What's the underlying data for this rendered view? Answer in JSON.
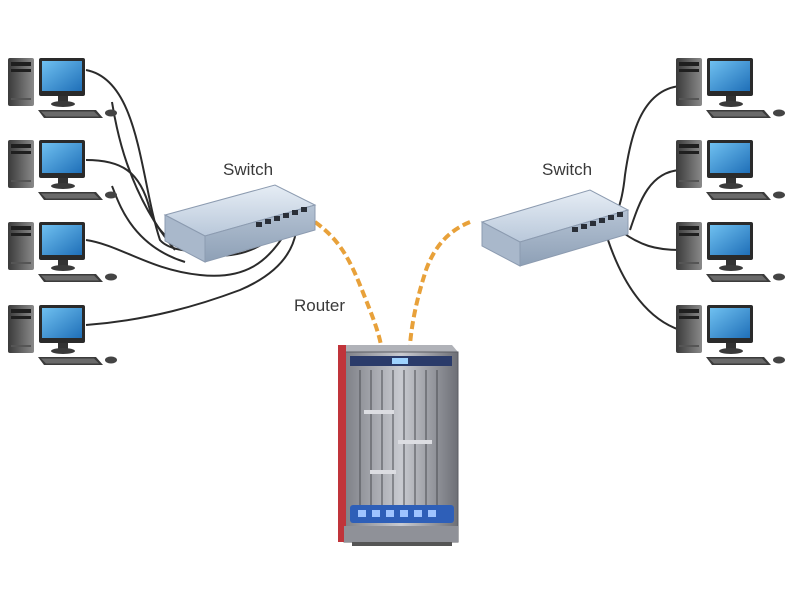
{
  "labels": {
    "switch_left": "Switch",
    "switch_right": "Switch",
    "router": "Router"
  },
  "icons": {
    "computer": "desktop-computer-icon",
    "switch": "network-switch-icon",
    "router": "router-chassis-icon"
  },
  "colors": {
    "cable": "#2b2b2b",
    "fiber": "#e8a13a",
    "switch_body": "#c9d6e6",
    "monitor_screen": "#3f8fd1",
    "router_accent": "#2e5fb8",
    "label_text": "#3a3a3a"
  }
}
